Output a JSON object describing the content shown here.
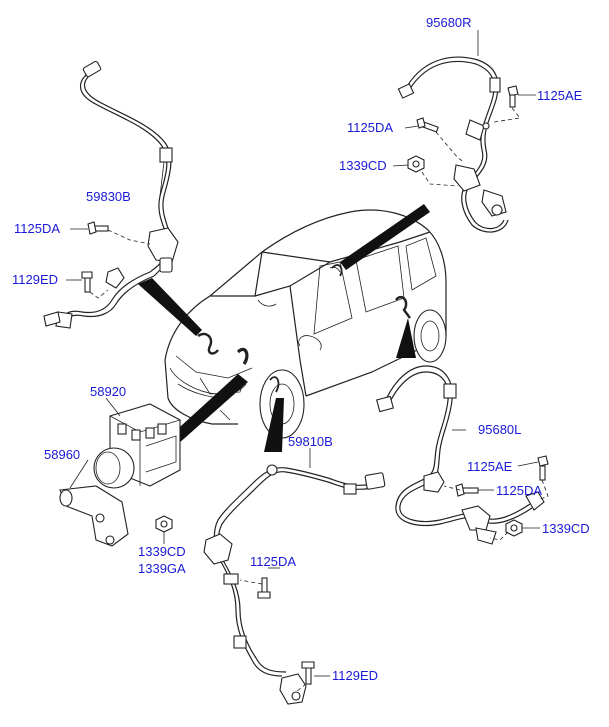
{
  "diagram": {
    "part_labels": [
      {
        "id": "p95680R",
        "text": "95680R"
      },
      {
        "id": "p1125AE_top",
        "text": "1125AE"
      },
      {
        "id": "p1125DA_top",
        "text": "1125DA"
      },
      {
        "id": "p1339CD_top",
        "text": "1339CD"
      },
      {
        "id": "p59830B",
        "text": "59830B"
      },
      {
        "id": "p1125DA_left",
        "text": "1125DA"
      },
      {
        "id": "p1129ED_left",
        "text": "1129ED"
      },
      {
        "id": "p58920",
        "text": "58920"
      },
      {
        "id": "p58960",
        "text": "58960"
      },
      {
        "id": "p1339CD_mod",
        "text": "1339CD"
      },
      {
        "id": "p1339GA_mod",
        "text": "1339GA"
      },
      {
        "id": "p59810B",
        "text": "59810B"
      },
      {
        "id": "p1125DA_mid",
        "text": "1125DA"
      },
      {
        "id": "p1129ED_bot",
        "text": "1129ED"
      },
      {
        "id": "p95680L",
        "text": "95680L"
      },
      {
        "id": "p1125AE_right",
        "text": "1125AE"
      },
      {
        "id": "p1125DA_right",
        "text": "1125DA"
      },
      {
        "id": "p1339CD_right",
        "text": "1339CD"
      }
    ],
    "colors": {
      "label": "#1a1ad8",
      "line": "#222222",
      "background": "#ffffff"
    }
  }
}
